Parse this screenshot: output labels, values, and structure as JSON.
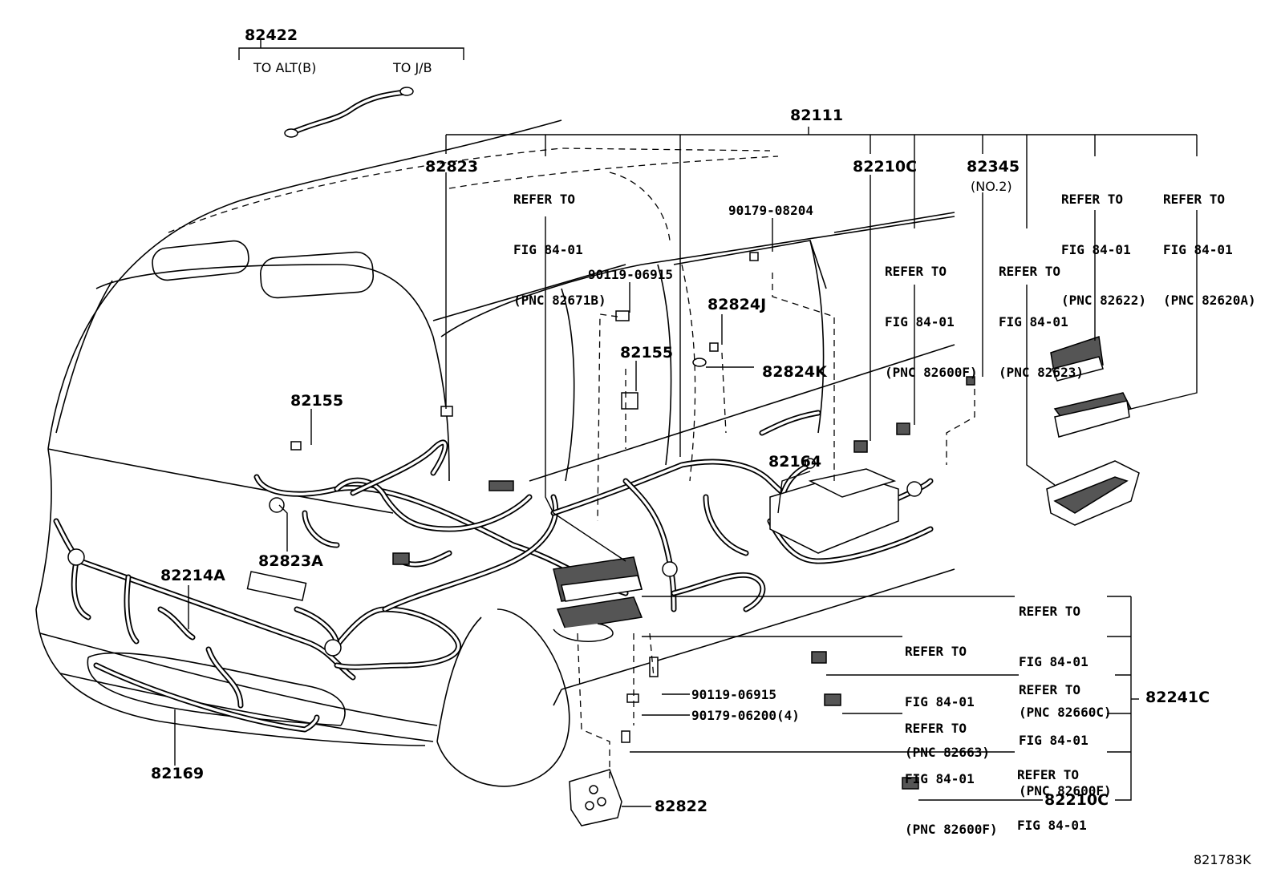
{
  "diagram_id": "821783K",
  "top_cable": {
    "part": "82422",
    "left_end": "TO ALT(B)",
    "right_end": "TO J/B"
  },
  "main_harness": {
    "part": "82111"
  },
  "labels": {
    "p82823": "82823",
    "ref_82671b": [
      "REFER TO",
      "FIG 84-01",
      "(PNC 82671B)"
    ],
    "p82210c_top": "82210C",
    "p82345": "82345",
    "p82345_sub": "(NO.2)",
    "ref_82622": [
      "REFER TO",
      "FIG 84-01",
      "(PNC 82622)"
    ],
    "ref_82620a": [
      "REFER TO",
      "FIG 84-01",
      "(PNC 82620A)"
    ],
    "p90179_08204": "90179-08204",
    "ref_82600f_a": [
      "REFER TO",
      "FIG 84-01",
      "(PNC 82600F)"
    ],
    "ref_82623": [
      "REFER TO",
      "FIG 84-01",
      "(PNC 82623)"
    ],
    "p90119_06915_top": "90119-06915",
    "p82824j": "82824J",
    "p82824k": "82824K",
    "p82155_right": "82155",
    "p82155_left": "82155",
    "p82164": "82164",
    "p82823a": "82823A",
    "p82214a": "82214A",
    "p82169": "82169",
    "ref_82660c": [
      "REFER TO",
      "FIG 84-01",
      "(PNC 82660C)"
    ],
    "ref_82663": [
      "REFER TO",
      "FIG 84-01",
      "(PNC 82663)"
    ],
    "ref_82600f_b": [
      "REFER TO",
      "FIG 84-01",
      "(PNC 82600F)"
    ],
    "ref_82600f_c": [
      "REFER TO",
      "FIG 84-01",
      "(PNC 82600F)"
    ],
    "ref_fig": [
      "REFER TO",
      "FIG 84-01"
    ],
    "p82241c": "82241C",
    "p90119_06915_bot": "90119-06915",
    "p90179_06200": "90179-06200(4)",
    "p82210c_bot": "82210C",
    "p82822": "82822"
  }
}
